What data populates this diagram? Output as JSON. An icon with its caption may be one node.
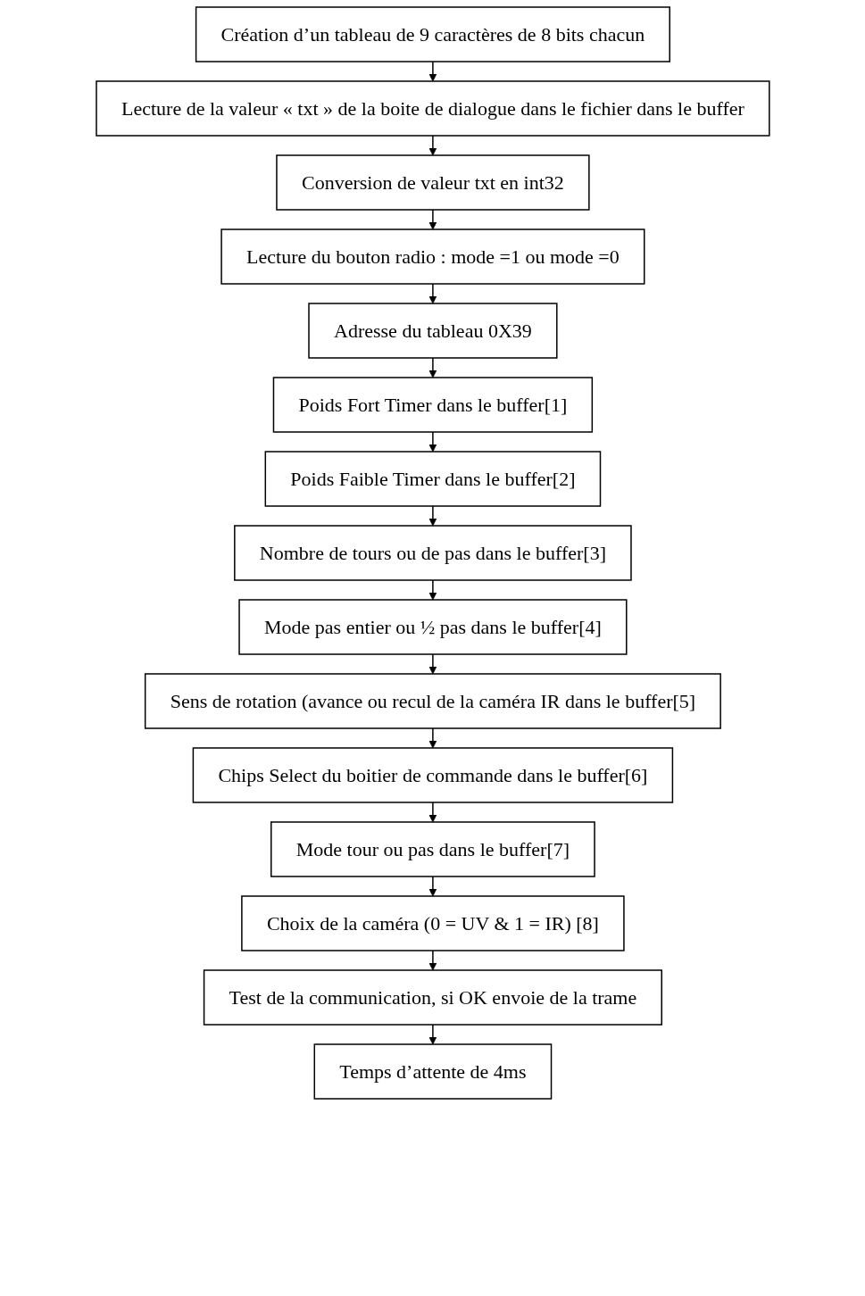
{
  "diagram": {
    "nodes": [
      {
        "text": [
          "Création d’un tableau de 9 caractères de 8 bits chacun"
        ]
      },
      {
        "text": [
          "Lecture de la valeur « txt » de la boite de dialogue dans le fichier dans le buffer"
        ]
      },
      {
        "text": [
          "Conversion de valeur txt en int32"
        ]
      },
      {
        "text": [
          "Lecture du bouton radio : mode =1 ou mode =0"
        ]
      },
      {
        "text": [
          "Adresse du tableau 0X39"
        ]
      },
      {
        "text": [
          "Poids Fort Timer dans le buffer[1]"
        ]
      },
      {
        "text": [
          "Poids Faible Timer dans le buffer[2]"
        ]
      },
      {
        "text": [
          "Nombre de tours ou de pas dans le buffer[3]"
        ]
      },
      {
        "text": [
          "Mode pas entier ou ½ pas dans le buffer[4]"
        ]
      },
      {
        "text": [
          "Sens de rotation (avance ou recul de la caméra IR dans le buffer[5]"
        ]
      },
      {
        "text": [
          "Chips Select du boitier de commande dans le buffer[6]"
        ]
      },
      {
        "text": [
          "Mode tour ou pas dans le buffer[7]"
        ]
      },
      {
        "text": [
          "Choix de la caméra (0 = UV & 1 = IR) [8]"
        ]
      },
      {
        "text": [
          "Test de la communication, si OK envoie de la trame"
        ]
      },
      {
        "text": [
          "Temps d’attente de 4ms"
        ]
      }
    ],
    "edges": [
      {
        "from": 0,
        "to": 1,
        "arrow": "to"
      },
      {
        "from": 1,
        "to": 2,
        "arrow": "to"
      },
      {
        "from": 2,
        "to": 3,
        "arrow": "to"
      },
      {
        "from": 3,
        "to": 4,
        "arrow": "to"
      },
      {
        "from": 4,
        "to": 5,
        "arrow": "to"
      },
      {
        "from": 5,
        "to": 6,
        "arrow": "to"
      },
      {
        "from": 6,
        "to": 7,
        "arrow": "to"
      },
      {
        "from": 7,
        "to": 8,
        "arrow": "to"
      },
      {
        "from": 8,
        "to": 9,
        "arrow": "to"
      },
      {
        "from": 9,
        "to": 10,
        "arrow": "to"
      },
      {
        "from": 10,
        "to": 11,
        "arrow": "to"
      },
      {
        "from": 11,
        "to": 12,
        "arrow": "to"
      },
      {
        "from": 12,
        "to": 13,
        "arrow": "to"
      },
      {
        "from": 13,
        "to": 14,
        "arrow": "to"
      }
    ]
  }
}
